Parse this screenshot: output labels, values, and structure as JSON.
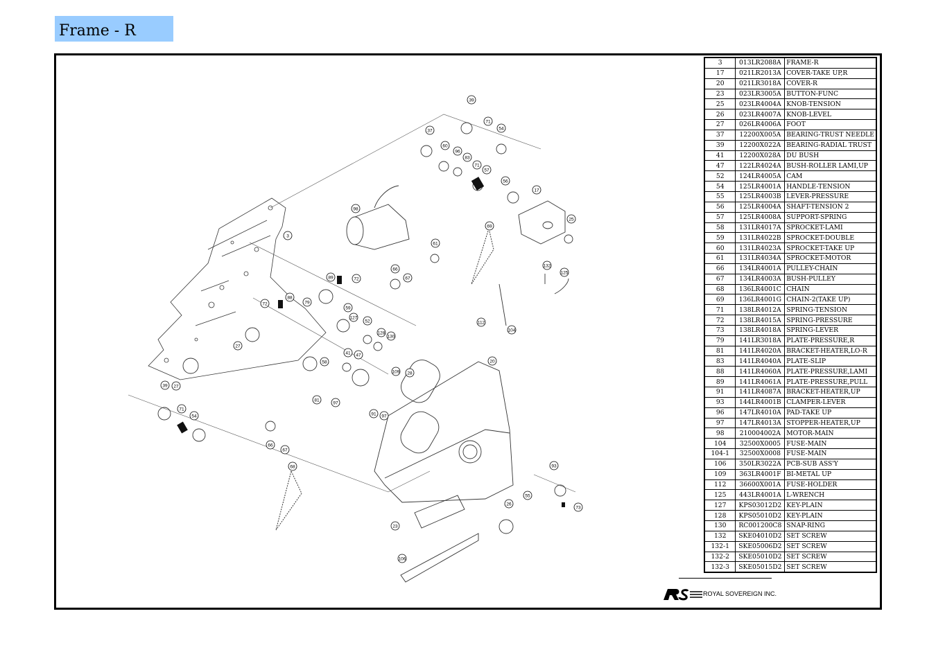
{
  "page": {
    "title": "Frame - R"
  },
  "parts": [
    {
      "no": "3",
      "code": "013LR2088A",
      "desc": "FRAME-R"
    },
    {
      "no": "17",
      "code": "021LR2013A",
      "desc": "COVER-TAKE UP,R"
    },
    {
      "no": "20",
      "code": "021LR3018A",
      "desc": "COVER-R"
    },
    {
      "no": "23",
      "code": "023LR3005A",
      "desc": "BUTTON-FUNC"
    },
    {
      "no": "25",
      "code": "023LR4004A",
      "desc": "KNOB-TENSION"
    },
    {
      "no": "26",
      "code": "023LR4007A",
      "desc": "KNOB-LEVEL"
    },
    {
      "no": "27",
      "code": "026LR4006A",
      "desc": "FOOT"
    },
    {
      "no": "37",
      "code": "12200X005A",
      "desc": "BEARING-TRUST NEEDLE"
    },
    {
      "no": "39",
      "code": "12200X022A",
      "desc": "BEARING-RADIAL TRUST"
    },
    {
      "no": "41",
      "code": "12200X028A",
      "desc": "DU BUSH"
    },
    {
      "no": "47",
      "code": "122LR4024A",
      "desc": "BUSH-ROLLER LAMI,UP"
    },
    {
      "no": "52",
      "code": "124LR4005A",
      "desc": "CAM"
    },
    {
      "no": "54",
      "code": "125LR4001A",
      "desc": "HANDLE-TENSION"
    },
    {
      "no": "55",
      "code": "125LR4003B",
      "desc": "LEVER-PRESSURE"
    },
    {
      "no": "56",
      "code": "125LR4004A",
      "desc": "SHAFT-TENSION 2"
    },
    {
      "no": "57",
      "code": "125LR4008A",
      "desc": "SUPPORT-SPRING"
    },
    {
      "no": "58",
      "code": "131LR4017A",
      "desc": "SPROCKET-LAMI"
    },
    {
      "no": "59",
      "code": "131LR4022B",
      "desc": "SPROCKET-DOUBLE"
    },
    {
      "no": "60",
      "code": "131LR4023A",
      "desc": "SPROCKET-TAKE UP"
    },
    {
      "no": "61",
      "code": "131LR4034A",
      "desc": "SPROCKET-MOTOR"
    },
    {
      "no": "66",
      "code": "134LR4001A",
      "desc": "PULLEY-CHAIN"
    },
    {
      "no": "67",
      "code": "134LR4003A",
      "desc": "BUSH-PULLEY"
    },
    {
      "no": "68",
      "code": "136LR4001C",
      "desc": "CHAIN"
    },
    {
      "no": "69",
      "code": "136LR4001G",
      "desc": "CHAIN-2(TAKE UP)"
    },
    {
      "no": "71",
      "code": "138LR4012A",
      "desc": "SPRING-TENSION"
    },
    {
      "no": "72",
      "code": "138LR4015A",
      "desc": "SPRING-PRESSURE"
    },
    {
      "no": "73",
      "code": "138LR4018A",
      "desc": "SPRING-LEVER"
    },
    {
      "no": "79",
      "code": "141LR3018A",
      "desc": "PLATE-PRESSURE,R"
    },
    {
      "no": "81",
      "code": "141LR4020A",
      "desc": "BRACKET-HEATER,LO-R"
    },
    {
      "no": "83",
      "code": "141LR4040A",
      "desc": "PLATE-SLIP"
    },
    {
      "no": "88",
      "code": "141LR4060A",
      "desc": "PLATE-PRESSURE,LAMI"
    },
    {
      "no": "89",
      "code": "141LR4061A",
      "desc": "PLATE-PRESSURE,PULL"
    },
    {
      "no": "91",
      "code": "141LR4087A",
      "desc": "BRACKET-HEATER,UP"
    },
    {
      "no": "93",
      "code": "144LR4001B",
      "desc": "CLAMPER-LEVER"
    },
    {
      "no": "96",
      "code": "147LR4010A",
      "desc": "PAD-TAKE UP"
    },
    {
      "no": "97",
      "code": "147LR4013A",
      "desc": "STOPPER-HEATER,UP"
    },
    {
      "no": "98",
      "code": "210004002A",
      "desc": "MOTOR-MAIN"
    },
    {
      "no": "104",
      "code": "32500X0005",
      "desc": "FUSE-MAIN"
    },
    {
      "no": "104-1",
      "code": "32500X0008",
      "desc": "FUSE-MAIN"
    },
    {
      "no": "106",
      "code": "350LR3022A",
      "desc": "PCB-SUB ASS'Y"
    },
    {
      "no": "109",
      "code": "363LR4001F",
      "desc": "BI-METAL UP"
    },
    {
      "no": "112",
      "code": "36600X001A",
      "desc": "FUSE-HOLDER"
    },
    {
      "no": "125",
      "code": "443LR4001A",
      "desc": "L-WRENCH"
    },
    {
      "no": "127",
      "code": "KPS03012D2",
      "desc": "KEY-PLAIN"
    },
    {
      "no": "128",
      "code": "KPS05010D2",
      "desc": "KEY-PLAIN"
    },
    {
      "no": "130",
      "code": "RC001200C8",
      "desc": "SNAP-RING"
    },
    {
      "no": "132",
      "code": "SKE04010D2",
      "desc": "SET SCREW"
    },
    {
      "no": "132-1",
      "code": "SKE05006D2",
      "desc": "SET SCREW"
    },
    {
      "no": "132-2",
      "code": "SKE05010D2",
      "desc": "SET SCREW"
    },
    {
      "no": "132-3",
      "code": "SKE05015D2",
      "desc": "SET SCREW"
    }
  ],
  "callouts": [
    "39",
    "71",
    "54",
    "37",
    "60",
    "96",
    "83",
    "71",
    "57",
    "56",
    "17",
    "25",
    "98",
    "3",
    "61",
    "69",
    "132",
    "125",
    "66",
    "67",
    "89",
    "72",
    "88",
    "79",
    "59",
    "127",
    "52",
    "128",
    "130",
    "72",
    "27",
    "41",
    "47",
    "109",
    "28",
    "20",
    "58",
    "81",
    "97",
    "91",
    "97",
    "39",
    "27",
    "71",
    "54",
    "66",
    "67",
    "68",
    "93",
    "26",
    "55",
    "73",
    "23",
    "106",
    "112",
    "104"
  ],
  "footer": {
    "logo_text": "RS Royal Sovereign",
    "company": "ROYAL SOVEREIGN INC."
  }
}
